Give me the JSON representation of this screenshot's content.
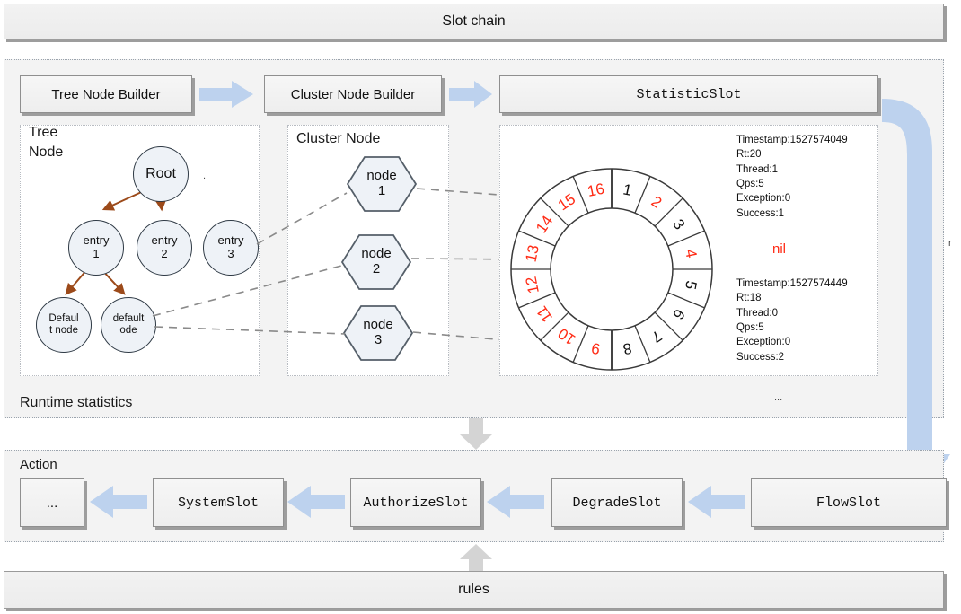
{
  "header": {
    "title": "Slot chain"
  },
  "footer": {
    "title": "rules"
  },
  "builders": {
    "tree_node_builder": "Tree Node Builder",
    "cluster_node_builder": "Cluster Node Builder",
    "statistic_slot": "StatisticSlot"
  },
  "runtime": {
    "caption": "Runtime statistics",
    "ellipsis": "..."
  },
  "tree": {
    "caption_line1": "Tree",
    "caption_line2": "Node",
    "root": "Root",
    "entries": [
      {
        "line1": "entry",
        "line2": "1"
      },
      {
        "line1": "entry",
        "line2": "2"
      },
      {
        "line1": "entry",
        "line2": "3"
      }
    ],
    "defaults": [
      {
        "line1": "Defaul",
        "line2": "t node"
      },
      {
        "line1": "default",
        "line2": "ode"
      }
    ],
    "dot": "."
  },
  "cluster": {
    "caption": "Cluster Node",
    "nodes": [
      {
        "line1": "node",
        "line2": "1"
      },
      {
        "line1": "node",
        "line2": "2"
      },
      {
        "line1": "node",
        "line2": "3"
      }
    ]
  },
  "ring": {
    "slots": [
      {
        "n": "1",
        "color": "#111111"
      },
      {
        "n": "2",
        "color": "#ff2b15"
      },
      {
        "n": "3",
        "color": "#111111"
      },
      {
        "n": "4",
        "color": "#ff2b15"
      },
      {
        "n": "5",
        "color": "#111111"
      },
      {
        "n": "6",
        "color": "#111111"
      },
      {
        "n": "7",
        "color": "#111111"
      },
      {
        "n": "8",
        "color": "#111111"
      },
      {
        "n": "9",
        "color": "#ff2b15"
      },
      {
        "n": "10",
        "color": "#ff2b15"
      },
      {
        "n": "11",
        "color": "#ff2b15"
      },
      {
        "n": "12",
        "color": "#ff2b15"
      },
      {
        "n": "13",
        "color": "#ff2b15"
      },
      {
        "n": "14",
        "color": "#ff2b15"
      },
      {
        "n": "15",
        "color": "#ff2b15"
      },
      {
        "n": "16",
        "color": "#ff2b15"
      }
    ]
  },
  "stats_top": {
    "timestamp": "Timestamp:1527574049",
    "rt": "Rt:20",
    "thread": "Thread:1",
    "qps": "Qps:5",
    "exception": "Exception:0",
    "success": "Success:1"
  },
  "stats_bottom": {
    "timestamp": "Timestamp:1527574449",
    "rt": "Rt:18",
    "thread": "Thread:0",
    "qps": "Qps:5",
    "exception": "Exception:0",
    "success": "Success:2"
  },
  "nil_label": "nil",
  "side_marker": "r",
  "action": {
    "caption": "Action",
    "slots": [
      "...",
      "SystemSlot",
      "AuthorizeSlot",
      "DegradeSlot",
      "FlowSlot"
    ]
  },
  "colors": {
    "arrow_blue": "#bdd2ee",
    "tree_arrow_brown": "#9c4a1a",
    "dashed_gray": "#8a8a8a",
    "red": "#ff2b15"
  }
}
